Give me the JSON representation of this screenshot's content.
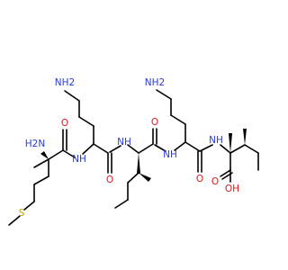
{
  "colors": {
    "background": "#ffffff",
    "bond": "#000000",
    "nitrogen": "#2b3bd6",
    "oxygen": "#e0191b",
    "sulfur": "#c4a000"
  },
  "atoms": {
    "n_terminal_amine": "H2N",
    "met_sulfur": "S",
    "met_carbonyl_o": "O",
    "amide_nh_1": "NH",
    "lys1_side_amine": "NH2",
    "lys1_carbonyl_o": "O",
    "amide_nh_2": "NH",
    "ile1_carbonyl_o": "O",
    "amide_nh_3": "NH",
    "lys2_side_amine": "NH2",
    "lys2_carbonyl_o": "O",
    "amide_nh_4": "NH",
    "acid_carbonyl_o": "O",
    "acid_hydroxyl": "OH"
  }
}
